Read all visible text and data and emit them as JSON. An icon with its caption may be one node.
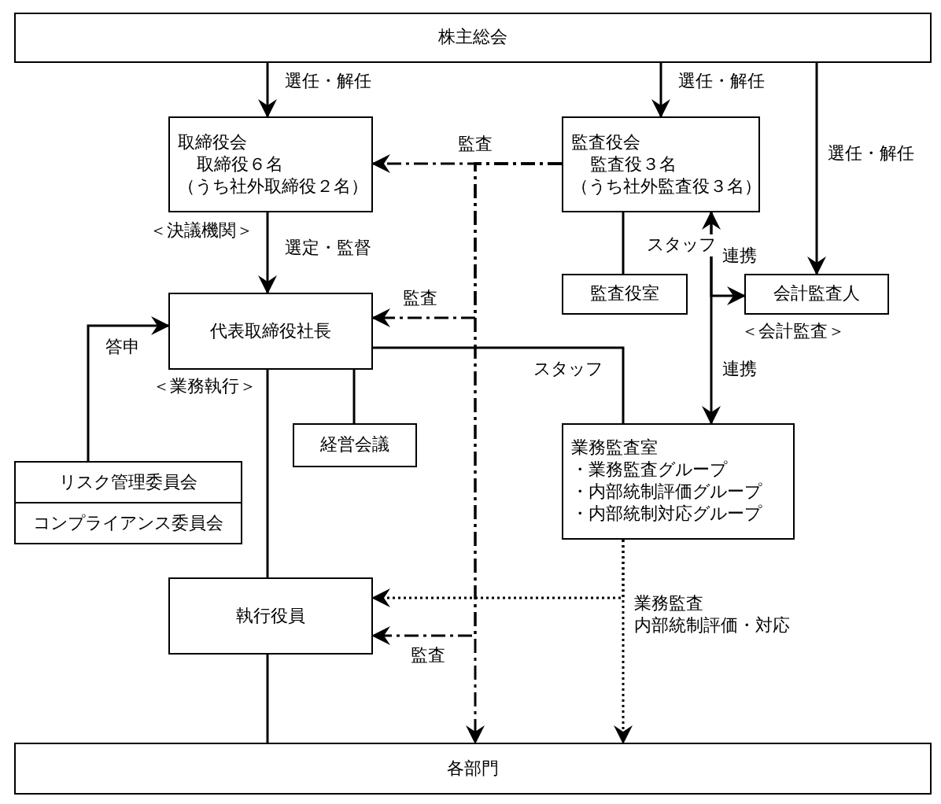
{
  "diagram": {
    "nodes": [
      {
        "text": [
          "株主総会"
        ]
      },
      {
        "text": [
          "取締役会",
          "取締役６名",
          "（うち社外取締役２名）"
        ],
        "beside": [
          "＜決議機関＞"
        ]
      },
      {
        "text": [
          "監査役会",
          "監査役３名",
          "（うち社外監査役３名）"
        ]
      },
      {
        "text": [
          "監査役室"
        ]
      },
      {
        "text": [
          "会計監査人"
        ],
        "beside": [
          "＜会計監査＞"
        ]
      },
      {
        "text": [
          "代表取締役社長"
        ],
        "beside": [
          "＜業務執行＞"
        ]
      },
      {
        "text": [
          "経営会議"
        ]
      },
      {
        "text": [
          "リスク管理委員会"
        ]
      },
      {
        "text": [
          "コンプライアンス委員会"
        ]
      },
      {
        "text": [
          "業務監査室",
          "・業務監査グループ",
          "・内部統制評価グループ",
          "・内部統制対応グループ"
        ]
      },
      {
        "text": [
          "執行役員"
        ]
      },
      {
        "text": [
          "各部門"
        ]
      }
    ],
    "edges": [
      {
        "from": 0,
        "to": 1,
        "arrow": "to",
        "label": "選任・解任"
      },
      {
        "from": 0,
        "to": 2,
        "arrow": "to",
        "label": "選任・解任"
      },
      {
        "from": 0,
        "to": 4,
        "arrow": "to",
        "label": "選任・解任"
      },
      {
        "from": 1,
        "to": 5,
        "arrow": "to",
        "label": "選定・監督"
      },
      {
        "from": 2,
        "to": 1,
        "arrow": "to",
        "label": "監査",
        "style": "dashed"
      },
      {
        "from": 2,
        "to": 5,
        "arrow": "to",
        "label": "監査",
        "style": "dashed"
      },
      {
        "from": 2,
        "to": 10,
        "arrow": "to",
        "label": "監査",
        "style": "dashed"
      },
      {
        "from": 2,
        "to": 11,
        "arrow": "to",
        "style": "dashed"
      },
      {
        "from": 2,
        "to": 3,
        "arrow": "none",
        "label": "スタッフ"
      },
      {
        "from": 2,
        "to": 9,
        "arrow": "both",
        "label": "連携"
      },
      {
        "from": 2,
        "to": 4,
        "arrow": "to",
        "label": "連携"
      },
      {
        "from": 5,
        "to": 9,
        "arrow": "none",
        "label": "スタッフ"
      },
      {
        "from": 5,
        "to": 6,
        "arrow": "none"
      },
      {
        "from": 7,
        "to": 5,
        "arrow": "to",
        "label": "答申"
      },
      {
        "from": 5,
        "to": 10,
        "arrow": "none"
      },
      {
        "from": 10,
        "to": 11,
        "arrow": "none"
      },
      {
        "from": 9,
        "to": 10,
        "arrow": "to",
        "style": "dashed",
        "label": "業務監査"
      },
      {
        "from": 9,
        "to": 11,
        "arrow": "to",
        "style": "dashed",
        "label": "内部統制評価・対応"
      }
    ]
  }
}
